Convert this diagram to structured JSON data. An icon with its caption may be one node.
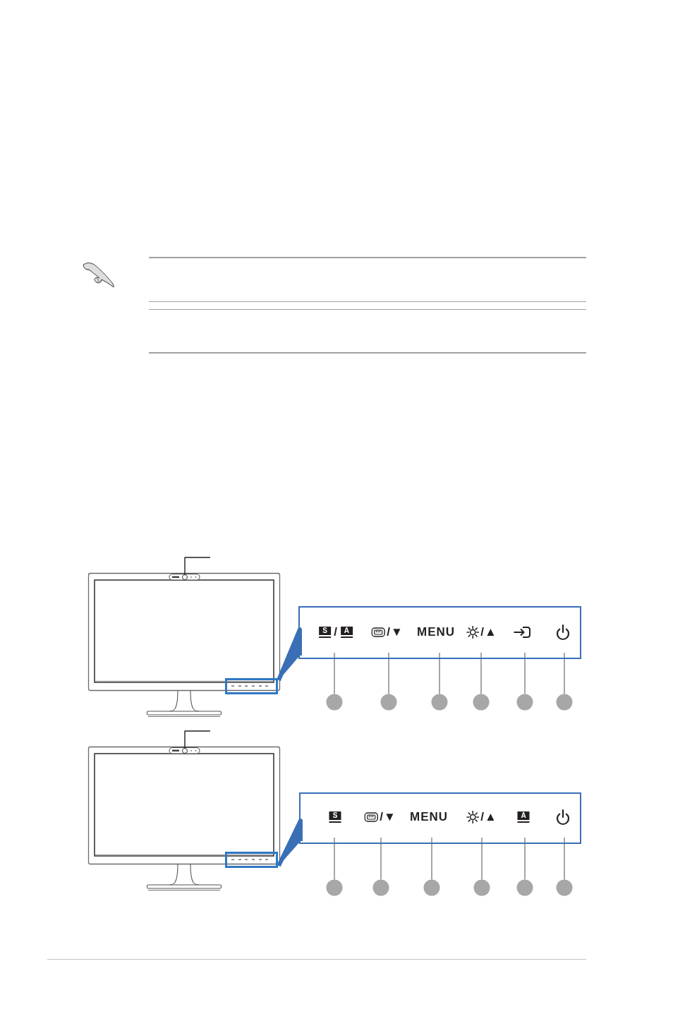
{
  "diagram": {
    "nodes": [
      {
        "text": [],
        "shape": "circle"
      },
      {
        "text": [],
        "shape": "box"
      },
      {
        "text": [],
        "shape": "box"
      },
      {
        "text": [
          "S",
          "/",
          "A"
        ],
        "in": 2
      },
      {
        "text": [
          "/▼"
        ],
        "in": 2
      },
      {
        "text": [
          "MENU"
        ],
        "in": 2
      },
      {
        "text": [
          "/▲"
        ],
        "in": 2
      },
      {
        "text": [],
        "shape": "picture",
        "in": 2
      },
      {
        "text": [],
        "shape": "picture",
        "in": 2
      },
      {
        "text": [],
        "shape": "circle"
      },
      {
        "text": [],
        "shape": "circle"
      },
      {
        "text": [],
        "shape": "circle"
      },
      {
        "text": [],
        "shape": "circle"
      },
      {
        "text": [],
        "shape": "circle"
      },
      {
        "text": [],
        "shape": "circle"
      },
      {
        "text": [],
        "shape": "circle"
      },
      {
        "text": [],
        "shape": "box"
      },
      {
        "text": [],
        "shape": "box"
      },
      {
        "text": [
          "S"
        ],
        "in": 17
      },
      {
        "text": [
          "/▼"
        ],
        "in": 17
      },
      {
        "text": [
          "MENU"
        ],
        "in": 17
      },
      {
        "text": [
          "/▲"
        ],
        "in": 17
      },
      {
        "text": [
          "A"
        ],
        "in": 17
      },
      {
        "text": [],
        "shape": "picture",
        "in": 17
      },
      {
        "text": [],
        "shape": "circle"
      },
      {
        "text": [],
        "shape": "circle"
      },
      {
        "text": [],
        "shape": "circle"
      },
      {
        "text": [],
        "shape": "circle"
      },
      {
        "text": [],
        "shape": "circle"
      },
      {
        "text": [],
        "shape": "circle"
      }
    ],
    "edges": [
      {
        "from": null,
        "to": 0,
        "arrow": "none",
        "color": "#231f20"
      },
      {
        "from": 1,
        "to": 2,
        "arrow": "none",
        "style": "thick",
        "color": "#3a6fb6"
      },
      {
        "from": 9,
        "to": 3,
        "arrow": "none"
      },
      {
        "from": 10,
        "to": 4,
        "arrow": "none"
      },
      {
        "from": 11,
        "to": 5,
        "arrow": "none"
      },
      {
        "from": 12,
        "to": 6,
        "arrow": "none"
      },
      {
        "from": 13,
        "to": 7,
        "arrow": "none"
      },
      {
        "from": 14,
        "to": 8,
        "arrow": "none"
      },
      {
        "from": null,
        "to": 15,
        "arrow": "none",
        "color": "#231f20"
      },
      {
        "from": 16,
        "to": 17,
        "arrow": "none",
        "style": "thick",
        "color": "#3a6fb6"
      },
      {
        "from": 24,
        "to": 18,
        "arrow": "none"
      },
      {
        "from": 25,
        "to": 19,
        "arrow": "none"
      },
      {
        "from": 26,
        "to": 20,
        "arrow": "none"
      },
      {
        "from": 27,
        "to": 21,
        "arrow": "none"
      },
      {
        "from": 28,
        "to": 22,
        "arrow": "none"
      },
      {
        "from": 29,
        "to": 23,
        "arrow": "none"
      }
    ]
  }
}
